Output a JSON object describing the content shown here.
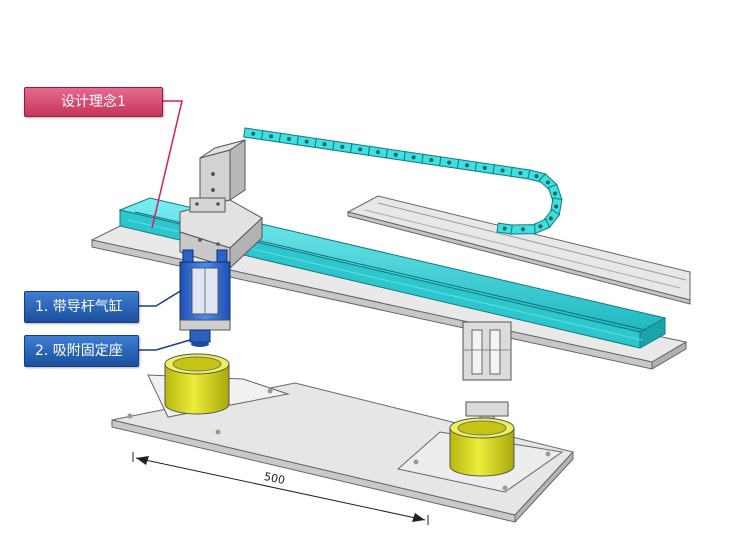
{
  "callouts": {
    "design_concept": "设计理念1",
    "guided_cylinder": "1. 带导杆气缸",
    "suction_seat": "2. 吸附固定座"
  },
  "dimension": {
    "length_label": "500"
  },
  "colors": {
    "callout_pink": "#d0406a",
    "callout_blue": "#2a63b8",
    "rail_cyan": "#33d6dc",
    "drag_chain_cyan": "#3fe0e0",
    "cylinder_blue": "#2b66d6",
    "cup_yellow": "#e0e02a",
    "plate_gray": "#e6e6e6",
    "leader_pink": "#d81b60",
    "leader_blue": "#1e3c8c"
  }
}
